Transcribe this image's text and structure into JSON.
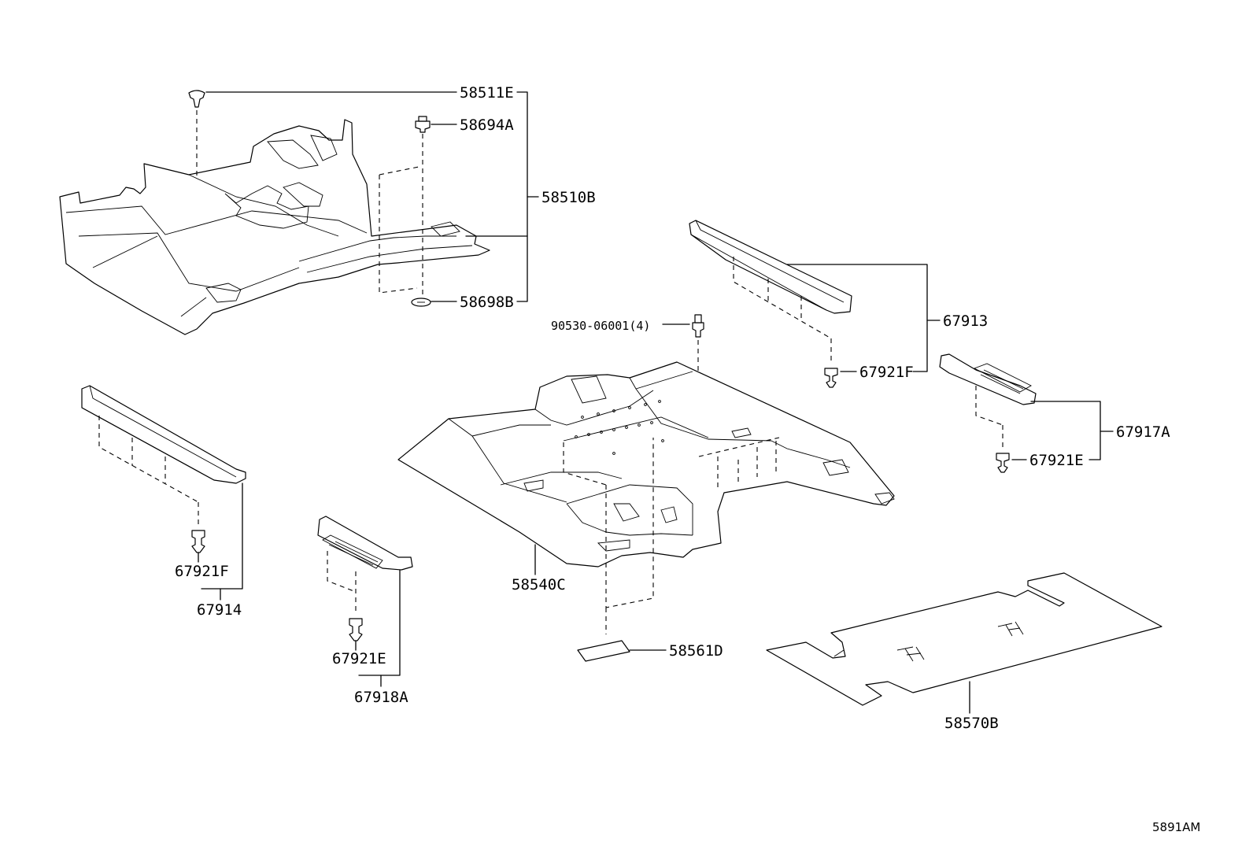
{
  "labels": {
    "p58511E": "58511E",
    "p58694A": "58694A",
    "p58510B": "58510B",
    "p58698B": "58698B",
    "p90530": "90530-06001(4)",
    "p67913": "67913",
    "p67921F_r": "67921F",
    "p67917A": "67917A",
    "p67921E_r": "67921E",
    "p67921F_l": "67921F",
    "p67914": "67914",
    "p67921E_l": "67921E",
    "p67918A": "67918A",
    "p58540C": "58540C",
    "p58561D": "58561D",
    "p58570B": "58570B"
  },
  "ref_code": "5891AM"
}
